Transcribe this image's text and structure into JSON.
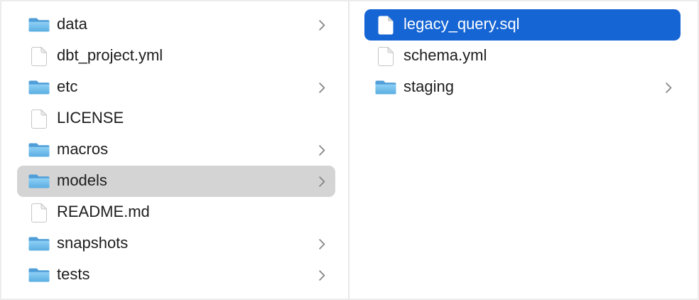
{
  "file_browser": {
    "view": "column-view",
    "columns": [
      {
        "items": [
          {
            "label": "data",
            "icon": "folder-icon",
            "chevron": true,
            "selected": false
          },
          {
            "label": "dbt_project.yml",
            "icon": "document-icon",
            "chevron": false,
            "selected": false
          },
          {
            "label": "etc",
            "icon": "folder-icon",
            "chevron": true,
            "selected": false
          },
          {
            "label": "LICENSE",
            "icon": "document-icon",
            "chevron": false,
            "selected": false
          },
          {
            "label": "macros",
            "icon": "folder-icon",
            "chevron": true,
            "selected": false
          },
          {
            "label": "models",
            "icon": "folder-icon",
            "chevron": true,
            "selected": true,
            "selection_style": "inactive-gray"
          },
          {
            "label": "README.md",
            "icon": "document-icon",
            "chevron": false,
            "selected": false
          },
          {
            "label": "snapshots",
            "icon": "folder-icon",
            "chevron": true,
            "selected": false
          },
          {
            "label": "tests",
            "icon": "folder-icon",
            "chevron": true,
            "selected": false
          }
        ]
      },
      {
        "items": [
          {
            "label": "legacy_query.sql",
            "icon": "document-icon",
            "chevron": false,
            "selected": true,
            "selection_style": "active-blue"
          },
          {
            "label": "schema.yml",
            "icon": "document-icon",
            "chevron": false,
            "selected": false
          },
          {
            "label": "staging",
            "icon": "folder-icon",
            "chevron": true,
            "selected": false
          }
        ]
      }
    ],
    "colors": {
      "selection_active_blue": "#1565d4",
      "selection_inactive_gray": "#d4d4d4",
      "selected_text": "#ffffff",
      "text": "#1d1d1f",
      "chevron": "#868686",
      "divider": "#e7e7e7",
      "frame_border": "#ececec",
      "background": "#ffffff",
      "folder_blue_light": "#8fd0f5",
      "folder_blue_dark": "#59ade2"
    }
  }
}
